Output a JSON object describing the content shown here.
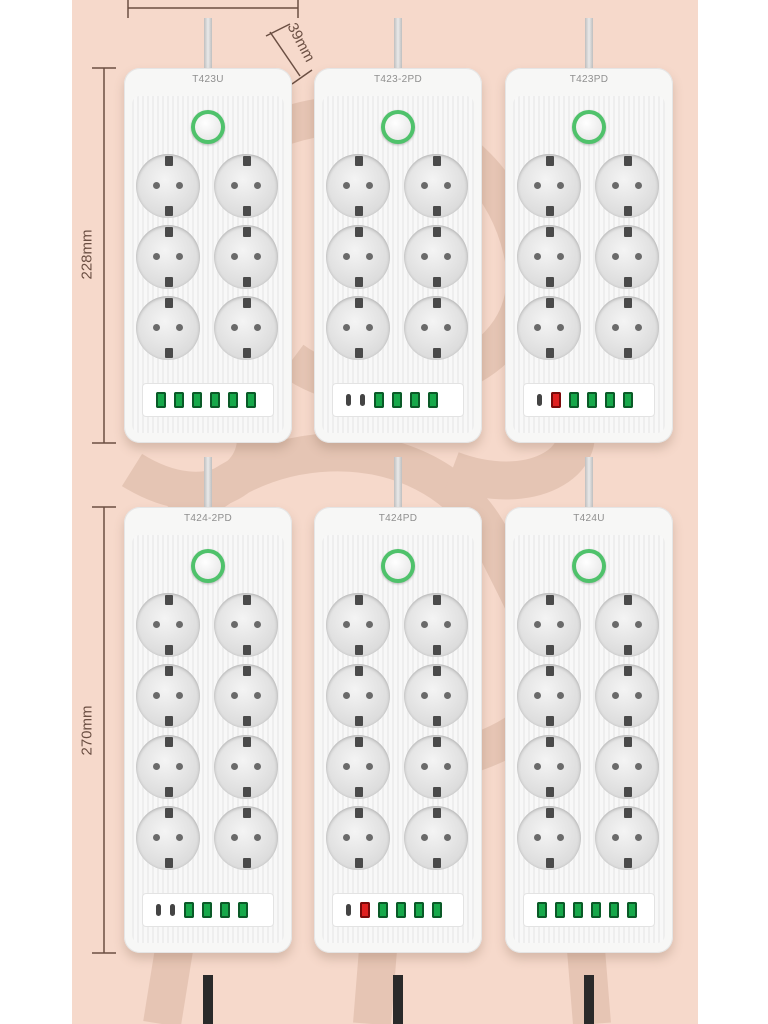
{
  "dimensions": {
    "depth": "39mm",
    "height_short": "228mm",
    "height_long": "270mm"
  },
  "models": [
    {
      "name": "T423U",
      "sockets": 6,
      "usb_ports": [
        "A",
        "A",
        "A",
        "A",
        "A",
        "A"
      ]
    },
    {
      "name": "T423-2PD",
      "sockets": 6,
      "usb_ports": [
        "C",
        "C",
        "A",
        "A",
        "A",
        "A"
      ]
    },
    {
      "name": "T423PD",
      "sockets": 6,
      "usb_ports": [
        "C",
        "RED",
        "A",
        "A",
        "A",
        "A"
      ]
    },
    {
      "name": "T424-2PD",
      "sockets": 8,
      "usb_ports": [
        "C",
        "C",
        "A",
        "A",
        "A",
        "A"
      ]
    },
    {
      "name": "T424PD",
      "sockets": 8,
      "usb_ports": [
        "C",
        "RED",
        "A",
        "A",
        "A",
        "A"
      ]
    },
    {
      "name": "T424U",
      "sockets": 8,
      "usb_ports": [
        "A",
        "A",
        "A",
        "A",
        "A",
        "A"
      ]
    }
  ],
  "colors": {
    "background": "#f6d9cb",
    "switch_ring": "#4fc26b",
    "usb_a_port": "#17a84a",
    "pd_port": "#e02020"
  }
}
